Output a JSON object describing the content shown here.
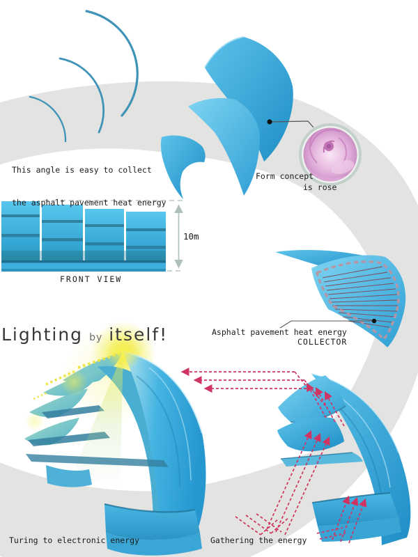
{
  "title": "Rose-form asphalt pavement heat energy streetlight concept",
  "headline": {
    "word1": "Lighting",
    "word2": "by",
    "word3": "itself!"
  },
  "annotations": {
    "collect_angle": {
      "line1": "This angle is easy to collect",
      "line2": "the asphalt pavement heat energy"
    },
    "form_concept": {
      "line1": "Form concept",
      "line2": "is rose"
    },
    "front_view": {
      "caption": "FRONT VIEW",
      "height": "10m"
    },
    "collector": {
      "line1": "Asphalt pavement heat energy",
      "line2": "COLLECTOR"
    },
    "turing": "Turing to electronic energy",
    "gathering": "Gathering the energy"
  },
  "colors": {
    "petal_blue": "#3fb2e4",
    "petal_deep_blue": "#1f8ec6",
    "ring_gray": "#e3e3e1",
    "arrow_pink": "#cf3463",
    "collector_dash": "#b795a2",
    "heat_line": "#7d4b5a",
    "glow_yellow": "#f2ec4a",
    "rose_pink": "#d79ccd",
    "arc_teal": "#3f93b6",
    "measure_gray": "#aebfbd",
    "text": "#1b1b1b"
  }
}
